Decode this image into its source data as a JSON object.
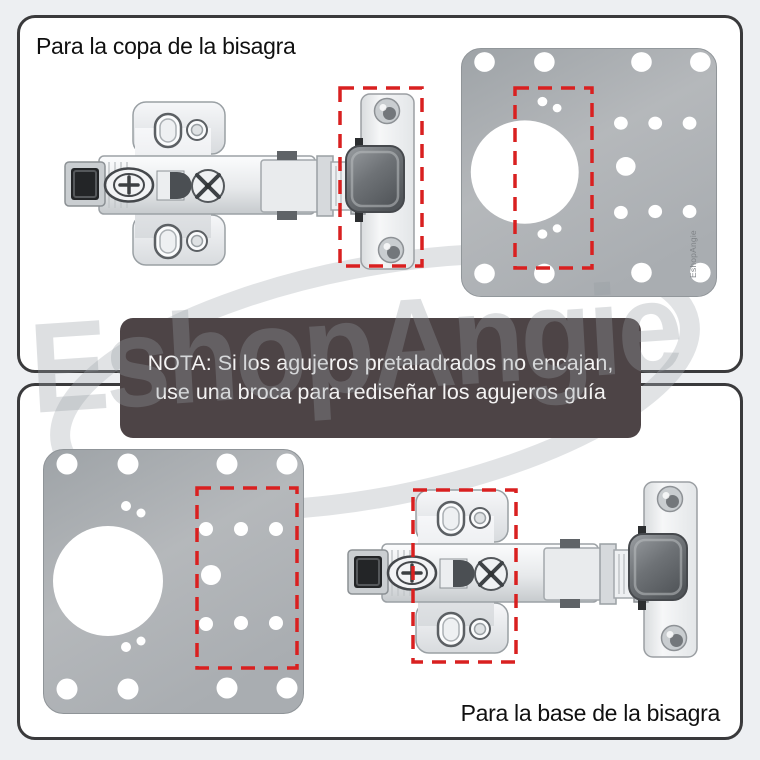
{
  "panels": {
    "top": {
      "title": "Para la copa de la bisagra"
    },
    "bottom": {
      "title": "Para la base de la bisagra"
    }
  },
  "note": {
    "line1": "NOTA: Si los agujeros pretaladrados no encajan,",
    "line2": "use una broca para rediseñar los agujeros guía"
  },
  "watermark": {
    "text": "EshopAngie"
  },
  "plate_logo": {
    "text": "EshopAngie"
  },
  "colors": {
    "page_background": "#edeff2",
    "panel_border": "#3a3a3c",
    "note_background": "#4d4446",
    "highlight_red": "#d92020",
    "plate_gray": "#aaaeb2"
  }
}
